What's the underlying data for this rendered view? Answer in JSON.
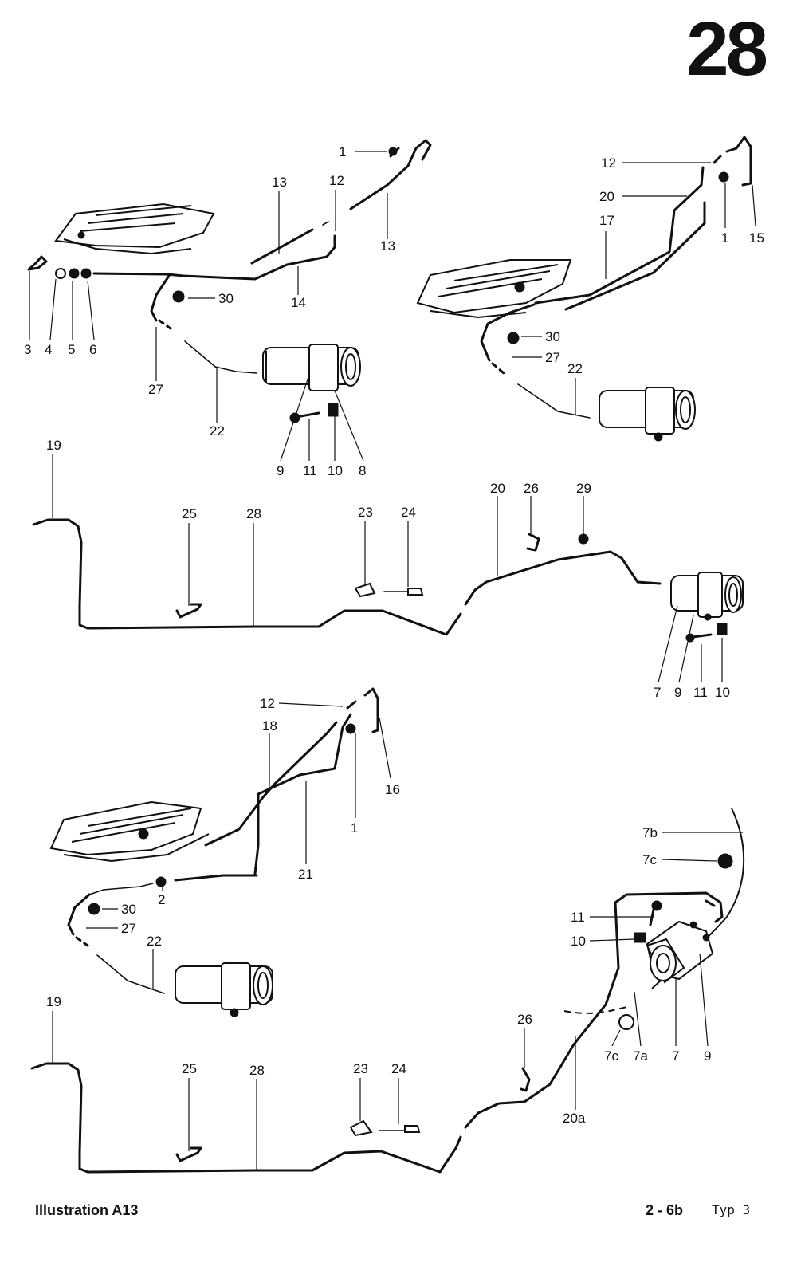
{
  "page_number": "28",
  "footer": {
    "caption": "Illustration A13",
    "ref": "2 - 6b",
    "type": "Typ 3"
  },
  "callouts": {
    "d1": [
      "1",
      "13",
      "12",
      "13",
      "3",
      "4",
      "5",
      "6",
      "14",
      "30",
      "27",
      "22",
      "9",
      "11",
      "10",
      "8"
    ],
    "d2": [
      "12",
      "20",
      "17",
      "1",
      "15",
      "30",
      "27",
      "22"
    ],
    "d3": [
      "19",
      "25",
      "28",
      "23",
      "24",
      "20",
      "26",
      "29",
      "7",
      "9",
      "11",
      "10"
    ],
    "d4": [
      "12",
      "18",
      "16",
      "1",
      "21",
      "2",
      "30",
      "27",
      "22"
    ],
    "d5": [
      "7b",
      "7c",
      "11",
      "10",
      "26",
      "7c",
      "7a",
      "7",
      "9",
      "20a",
      "19",
      "25",
      "28",
      "23",
      "24"
    ]
  }
}
